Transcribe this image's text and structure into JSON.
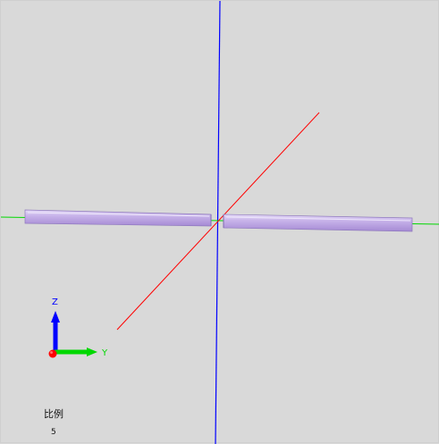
{
  "viewport": {
    "background": "#d9d9d9"
  },
  "scene": {
    "x_axis_color": "#ff0000",
    "y_axis_color": "#00d800",
    "z_axis_color": "#0000ff",
    "pipe_color": "#c9b6e9",
    "pipe_shadow_color": "#a990d8",
    "pipe_highlight_color": "#e4dbf7"
  },
  "axis_triad": {
    "z_label": "Z",
    "y_label": "Y",
    "z_color": "#0000ff",
    "y_color": "#00d800",
    "origin_color": "#ff0000",
    "origin_shape": "red-sphere"
  },
  "scale": {
    "label": "比例",
    "value": "5"
  }
}
